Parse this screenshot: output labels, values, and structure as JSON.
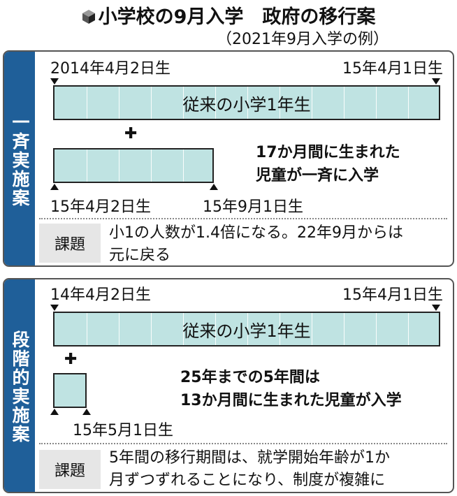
{
  "header": {
    "title": "小学校の9月入学　政府の移行案",
    "subtitle": "（2021年9月入学の例）"
  },
  "plan1": {
    "side_label": "一斉実施案",
    "start_label": "2014年4月2日生",
    "end_label": "15年4月1日生",
    "main_bar_label": "従来の小学1年生",
    "plus": "✚",
    "extra_start_label": "15年4月2日生",
    "extra_end_label": "15年9月1日生",
    "note_line1": "17か月間に生まれた",
    "note_line2": "児童が一斉に入学",
    "issue_tag": "課題",
    "issue_line1": "小1の人数が1.4倍になる。22年9月からは",
    "issue_line2": "元に戻る"
  },
  "plan2": {
    "side_label": "段階的実施案",
    "start_label": "14年4月2日生",
    "end_label": "15年4月1日生",
    "main_bar_label": "従来の小学1年生",
    "plus": "✚",
    "extra_label": "15年5月1日生",
    "note_line1": "25年までの5年間は",
    "note_line2": "13か月間に生まれた児童が入学",
    "issue_tag": "課題",
    "issue_line1": "5年間の移行期間は、就学開始年齢が1か",
    "issue_line2": "月ずつずれることになり、制度が複雑に"
  },
  "colors": {
    "sidebar": "#1f5f99",
    "bar_fill": "#bfe3e2",
    "issue_tag_bg": "#e6e6e6"
  }
}
